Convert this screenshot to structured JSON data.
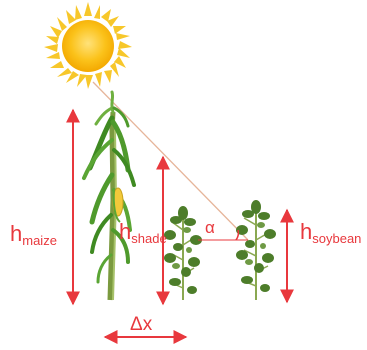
{
  "labels": {
    "h_maize_main": "h",
    "h_maize_sub": "maize",
    "h_shade_main": "h",
    "h_shade_sub": "shade",
    "h_soybean_main": "h",
    "h_soybean_sub": "soybean",
    "alpha": "α",
    "delta_x": "Δx"
  },
  "colors": {
    "annotation": "#e8383d",
    "sun_core": "#f7b500",
    "sun_rays": "#f7c72a",
    "ray_line": "#e6b59a",
    "maize_green": "#4f9a2c",
    "soy_green": "#4d7d2a",
    "stem": "#8aa851",
    "ground_line": "#e8383d"
  },
  "icons": {
    "sun": "sun-icon",
    "maize": "maize-plant-icon",
    "soybean": "soybean-plant-icon"
  }
}
